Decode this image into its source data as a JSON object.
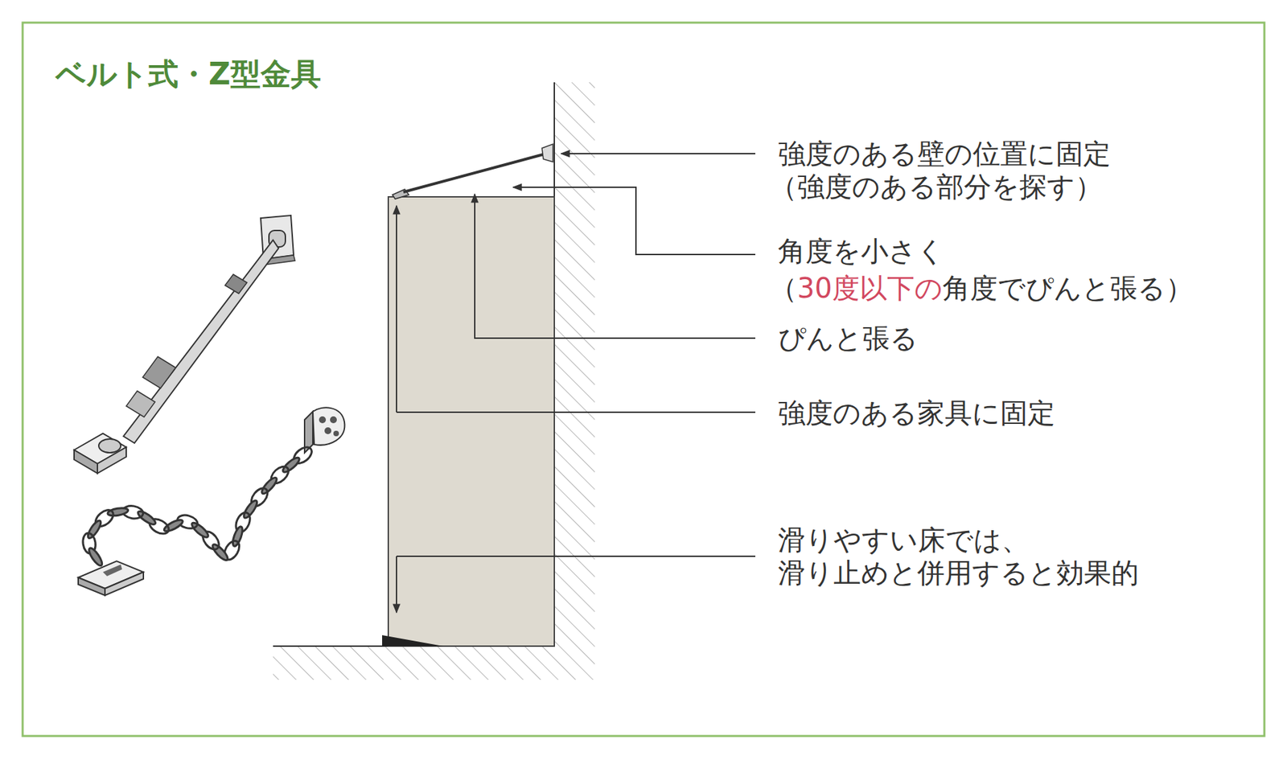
{
  "diagram": {
    "title": "ベルト式・Z型金具",
    "labels": [
      "強度のある壁の位置に固定",
      "（強度のある部分を探す）",
      "角度を小さく",
      "（",
      "30度以下の",
      "角度でぴんと張る）",
      "ぴんと張る",
      "強度のある家具に固定",
      "滑りやすい床では、",
      "滑り止めと併用すると効果的"
    ]
  }
}
